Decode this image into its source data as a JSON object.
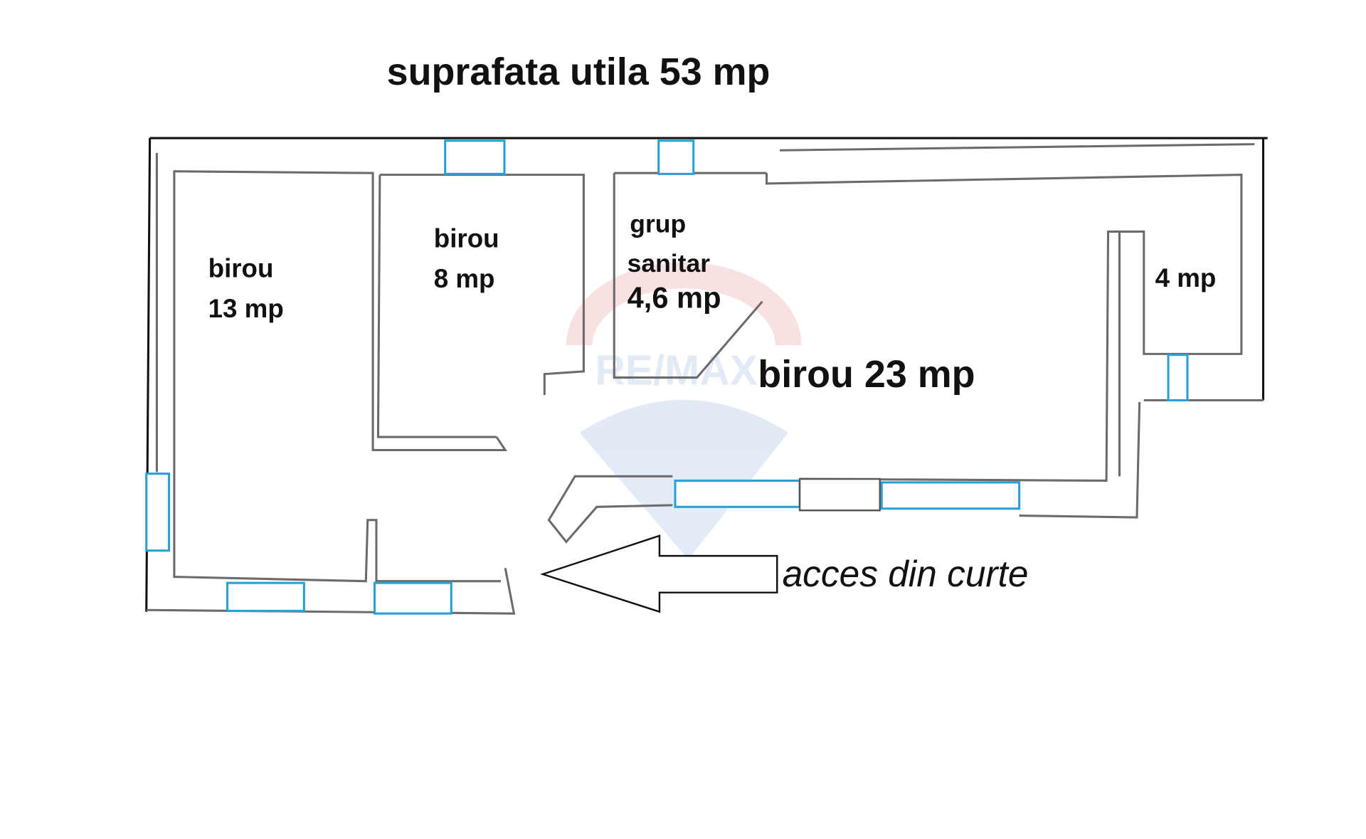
{
  "title": "suprafata utila 53 mp",
  "rooms": [
    {
      "name": "birou",
      "area": "13 mp"
    },
    {
      "name": "birou",
      "area": "8 mp"
    },
    {
      "name": "grup",
      "name2": "sanitar",
      "area": "4,6 mp"
    },
    {
      "name": "birou 23 mp"
    },
    {
      "area": "4 mp"
    }
  ],
  "access_label": "acces din curte",
  "watermark": "RE/MAX",
  "colors": {
    "window": "#2aa0d8",
    "wall": "#6b6b6b",
    "text": "#111111"
  }
}
